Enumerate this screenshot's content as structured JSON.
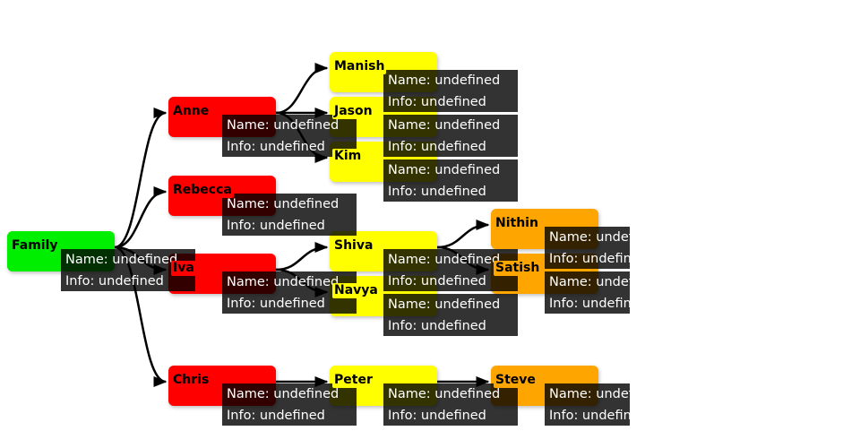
{
  "colors": {
    "root": "#00ee00",
    "level1": "#ff0000",
    "level2": "#ffff00",
    "level3": "#ffa500",
    "tooltip_bg": "#333333"
  },
  "tooltip": {
    "name_label": "Name: undefined",
    "info_label": "Info: undefined"
  },
  "tree": {
    "name": "Family",
    "children": [
      {
        "name": "Anne",
        "children": [
          {
            "name": "Manish"
          },
          {
            "name": "Jason"
          },
          {
            "name": "Kim"
          }
        ]
      },
      {
        "name": "Rebecca"
      },
      {
        "name": "Iva",
        "children": [
          {
            "name": "Shiva",
            "children": [
              {
                "name": "Nithin"
              },
              {
                "name": "Satish"
              }
            ]
          },
          {
            "name": "Navya"
          }
        ]
      },
      {
        "name": "Chris",
        "children": [
          {
            "name": "Peter",
            "children": [
              {
                "name": "Steve"
              }
            ]
          }
        ]
      }
    ]
  }
}
